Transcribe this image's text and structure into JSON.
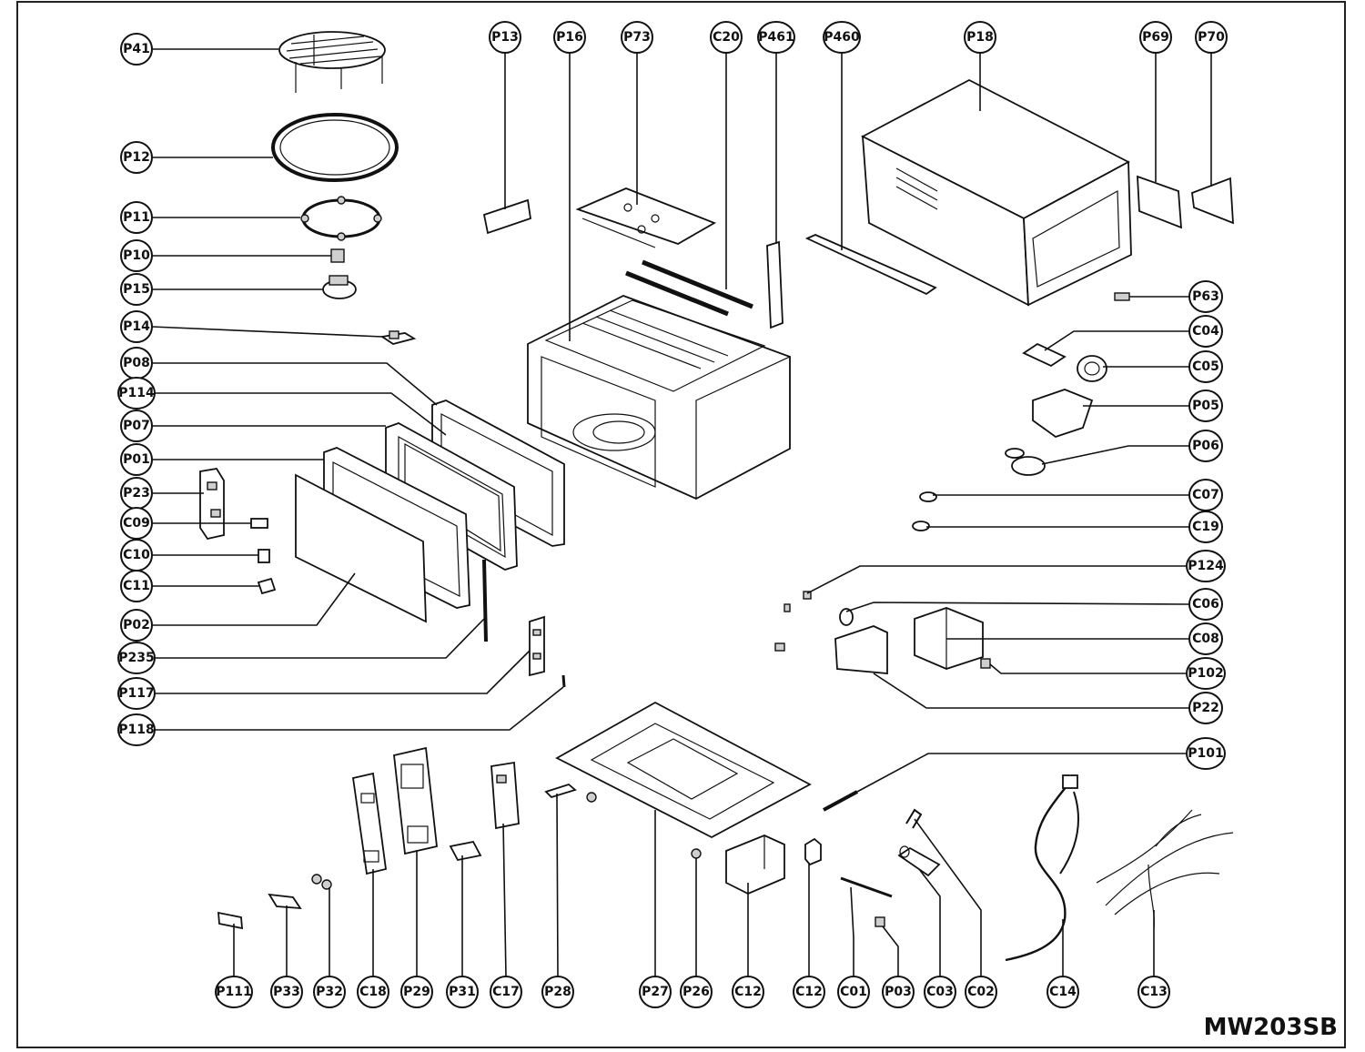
{
  "model_code": "MW203SB",
  "callouts": {
    "P41": "P41",
    "P12": "P12",
    "P11": "P11",
    "P10": "P10",
    "P15": "P15",
    "P14": "P14",
    "P08": "P08",
    "P114": "P114",
    "P07": "P07",
    "P01": "P01",
    "P23": "P23",
    "C09": "C09",
    "C10": "C10",
    "C11": "C11",
    "P02": "P02",
    "P235": "P235",
    "P117": "P117",
    "P118": "P118",
    "P13": "P13",
    "P16": "P16",
    "P73": "P73",
    "C20": "C20",
    "P461": "P461",
    "P460": "P460",
    "P18": "P18",
    "P69": "P69",
    "P70": "P70",
    "P63": "P63",
    "C04": "C04",
    "C05": "C05",
    "P05": "P05",
    "P06": "P06",
    "C07": "C07",
    "C19": "C19",
    "P124": "P124",
    "C06": "C06",
    "C08": "C08",
    "P102": "P102",
    "P22": "P22",
    "P101": "P101",
    "P111": "P111",
    "P33": "P33",
    "P32": "P32",
    "C18": "C18",
    "P29": "P29",
    "P31": "P31",
    "C17": "C17",
    "P28": "P28",
    "P27": "P27",
    "P26": "P26",
    "C12a": "C12",
    "C12b": "C12",
    "C01": "C01",
    "P03": "P03",
    "C03": "C03",
    "C02": "C02",
    "C14": "C14",
    "C13": "C13"
  }
}
